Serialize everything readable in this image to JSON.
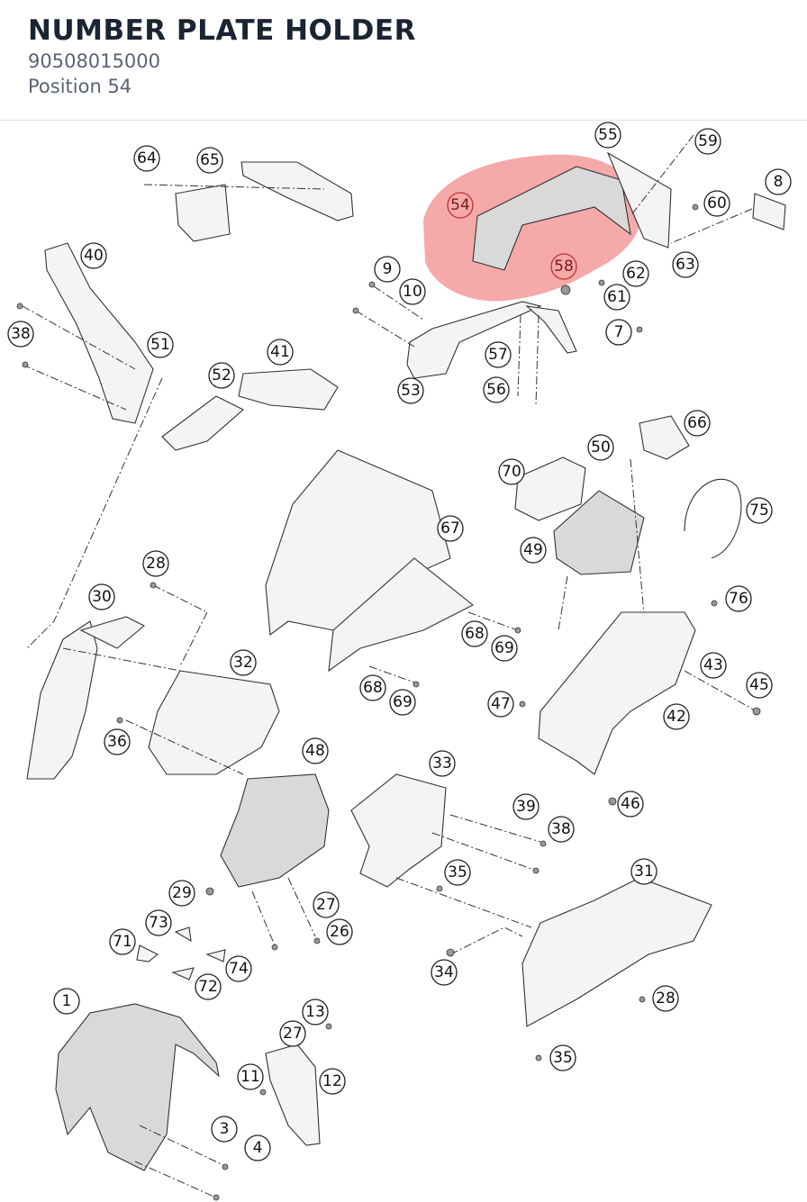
{
  "header": {
    "title": "NUMBER PLATE HOLDER",
    "part_number": "90508015000",
    "position": "Position 54"
  },
  "diagram": {
    "highlight_color": "#f07070",
    "highlighted_callout": "54",
    "callouts": [
      "64",
      "65",
      "55",
      "59",
      "8",
      "54",
      "60",
      "40",
      "9",
      "10",
      "58",
      "62",
      "63",
      "61",
      "38",
      "7",
      "51",
      "57",
      "41",
      "52",
      "53",
      "56",
      "66",
      "50",
      "70",
      "75",
      "67",
      "49",
      "76",
      "28",
      "30",
      "68",
      "69",
      "32",
      "43",
      "47",
      "45",
      "42",
      "36",
      "48",
      "33",
      "46",
      "39",
      "38",
      "35",
      "29",
      "27",
      "73",
      "26",
      "71",
      "74",
      "72",
      "34",
      "31",
      "28",
      "1",
      "13",
      "27",
      "11",
      "12",
      "3",
      "4",
      "35",
      "68",
      "69"
    ]
  }
}
